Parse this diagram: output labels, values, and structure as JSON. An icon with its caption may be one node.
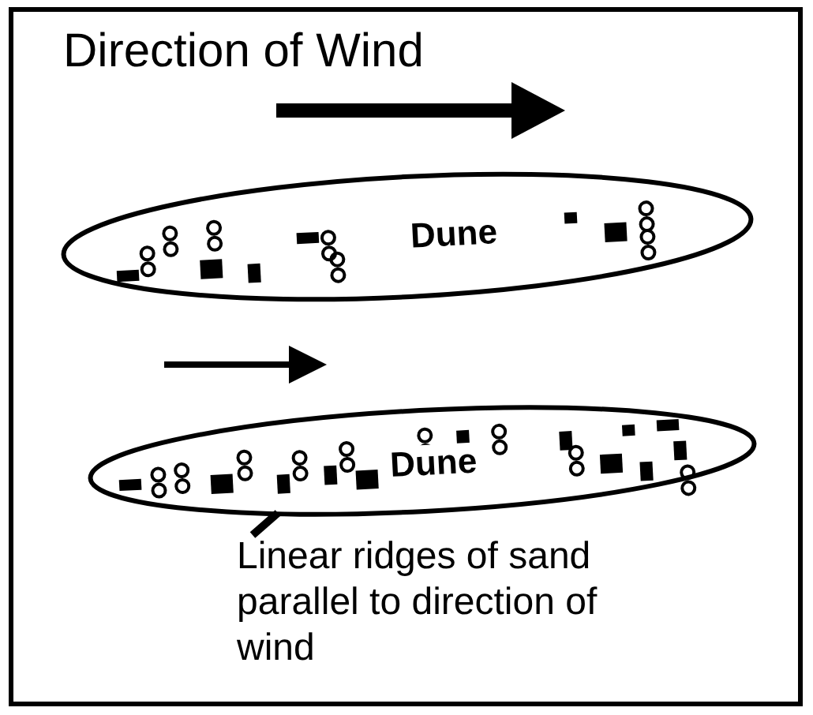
{
  "diagram": {
    "nodes": [
      {
        "text": [
          "Dune"
        ]
      },
      {
        "text": [
          "Dune"
        ]
      },
      {
        "text": [
          "Linear ridges of sand parallel to direction of wind"
        ]
      }
    ],
    "edges": [
      {
        "from": 2,
        "to": 1,
        "arrow": "none"
      }
    ],
    "labels": [
      "Direction of Wind"
    ]
  }
}
